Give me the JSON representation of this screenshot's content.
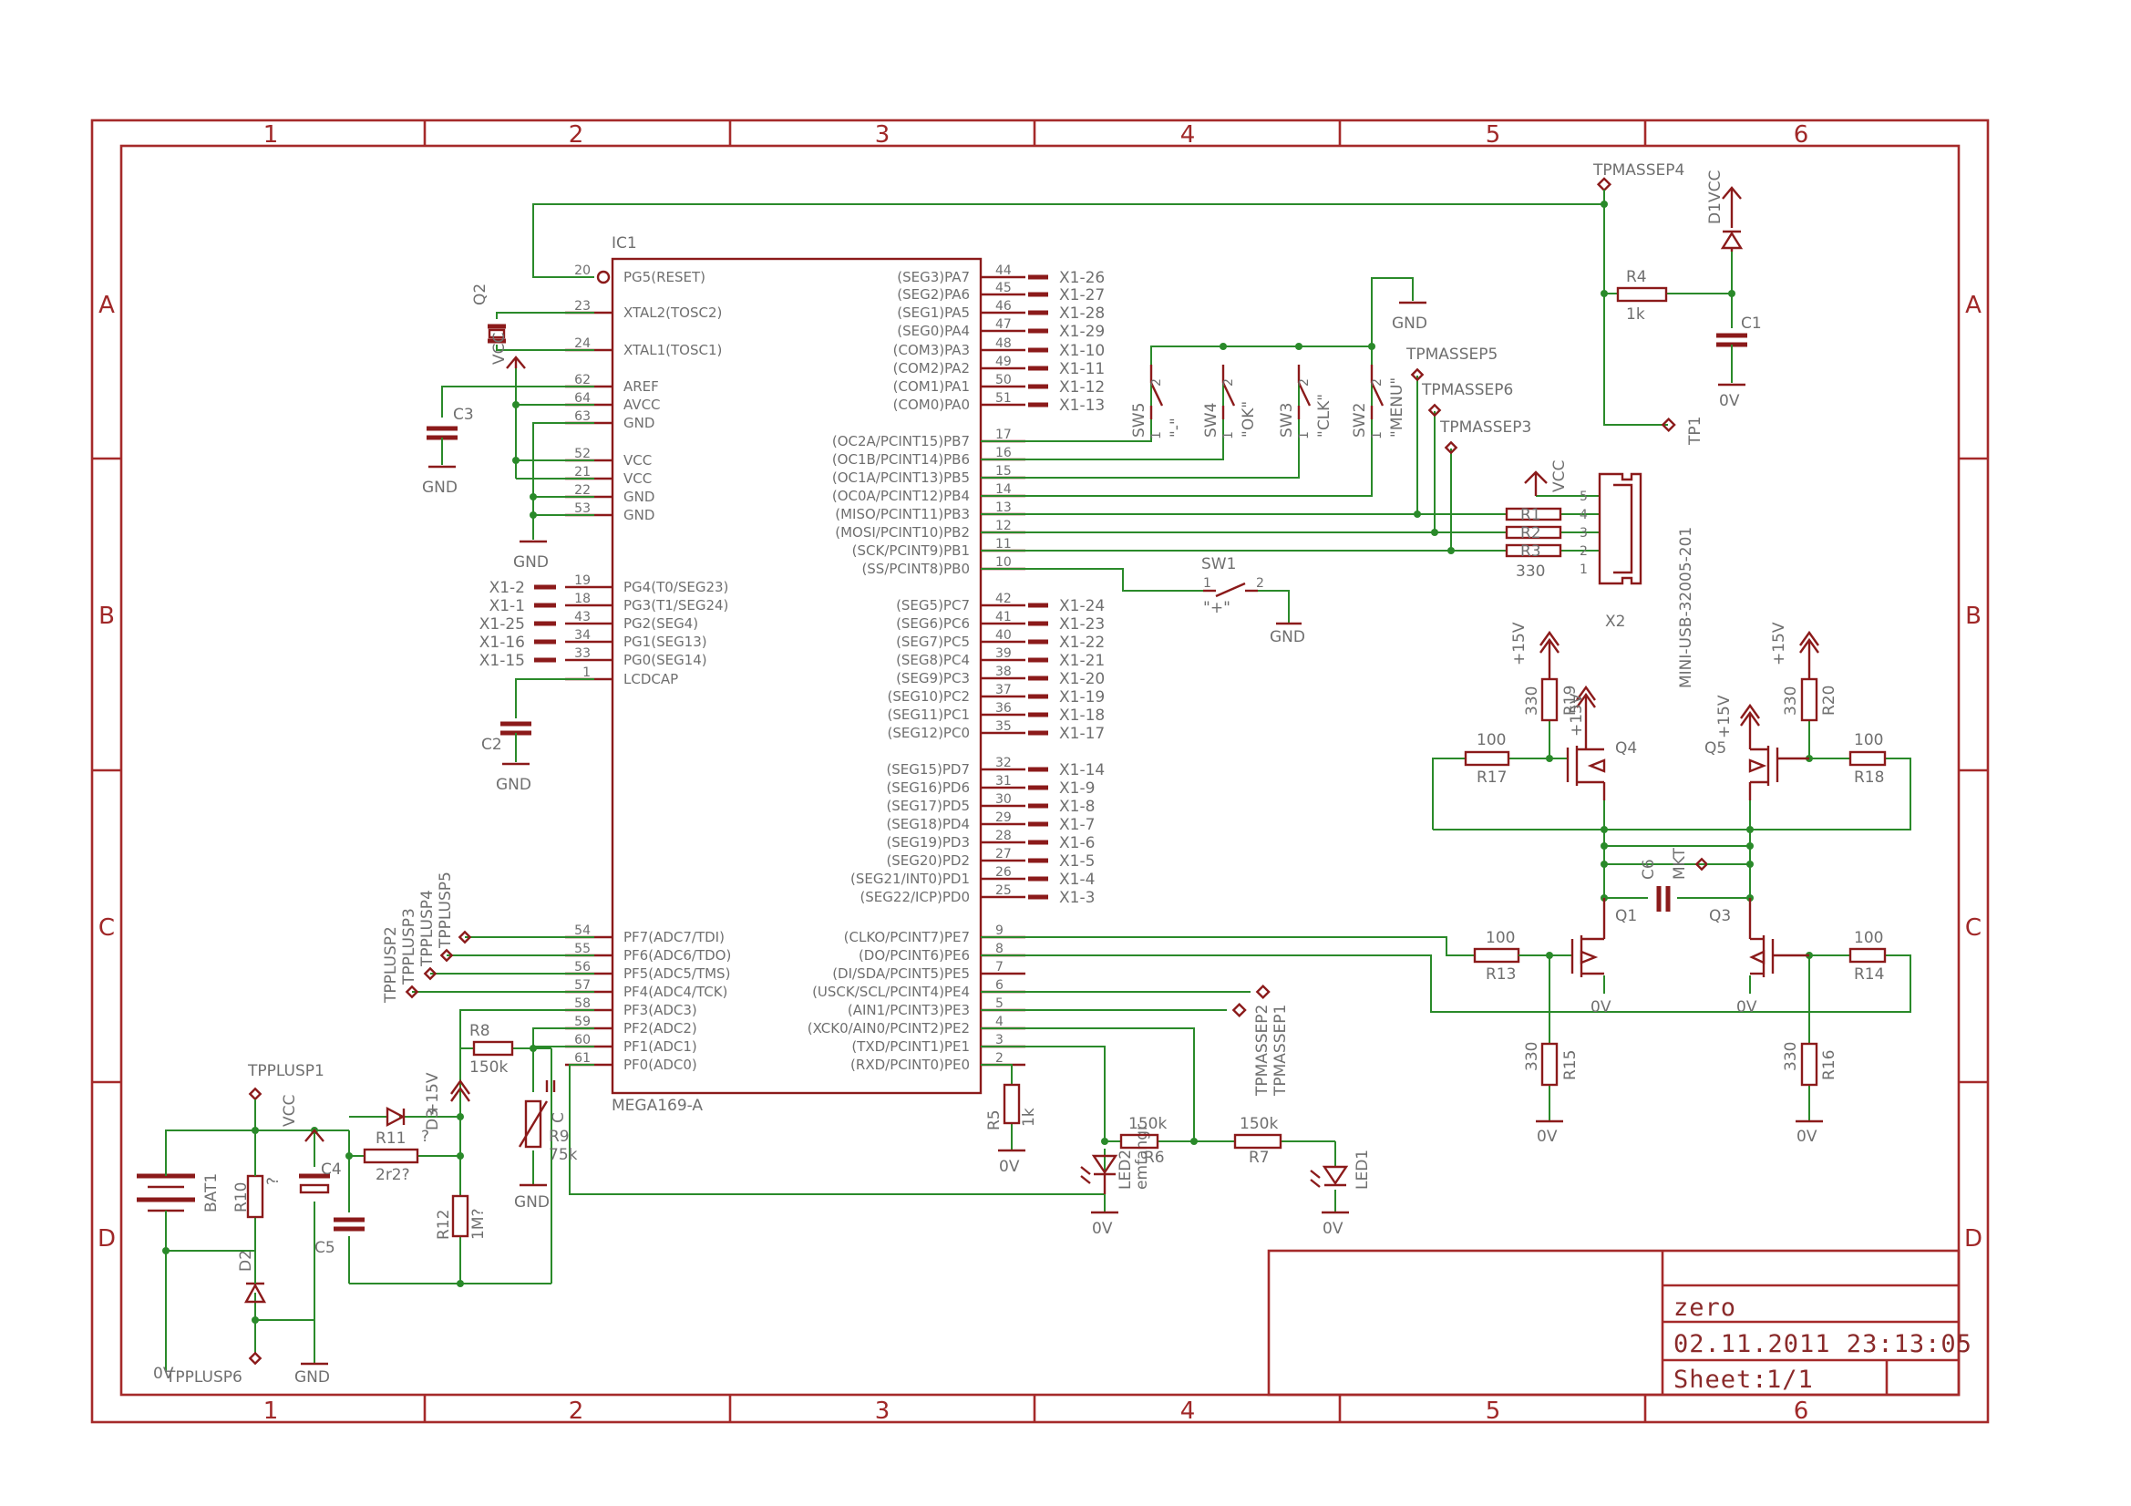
{
  "colors": {
    "wire": "#2a8a2a",
    "part": "#8b1a1a",
    "frame": "#a52a2a",
    "label": "#6f6f6f",
    "title_block": "#8a2a2a"
  },
  "frame": {
    "columns": [
      "1",
      "2",
      "3",
      "4",
      "5",
      "6"
    ],
    "rows": [
      "A",
      "B",
      "C",
      "D"
    ]
  },
  "title_block": {
    "title": "zero",
    "date": "02.11.2011 23:13:05",
    "sheet_label": "Sheet:",
    "sheet_value": "1/1"
  },
  "ic1": {
    "name": "IC1",
    "value": "MEGA169-A",
    "left_pins": [
      {
        "num": "20",
        "name": "PG5(RESET)"
      },
      {
        "num": "23",
        "name": "XTAL2(TOSC2)"
      },
      {
        "num": "24",
        "name": "XTAL1(TOSC1)"
      },
      {
        "num": "62",
        "name": "AREF"
      },
      {
        "num": "64",
        "name": "AVCC"
      },
      {
        "num": "63",
        "name": "GND"
      },
      {
        "num": "52",
        "name": "VCC"
      },
      {
        "num": "21",
        "name": "VCC"
      },
      {
        "num": "22",
        "name": "GND"
      },
      {
        "num": "53",
        "name": "GND"
      },
      {
        "num": "19",
        "name": "PG4(T0/SEG23)"
      },
      {
        "num": "18",
        "name": "PG3(T1/SEG24)"
      },
      {
        "num": "43",
        "name": "PG2(SEG4)"
      },
      {
        "num": "34",
        "name": "PG1(SEG13)"
      },
      {
        "num": "33",
        "name": "PG0(SEG14)"
      },
      {
        "num": "1",
        "name": "LCDCAP"
      },
      {
        "num": "54",
        "name": "PF7(ADC7/TDI)"
      },
      {
        "num": "55",
        "name": "PF6(ADC6/TDO)"
      },
      {
        "num": "56",
        "name": "PF5(ADC5/TMS)"
      },
      {
        "num": "57",
        "name": "PF4(ADC4/TCK)"
      },
      {
        "num": "58",
        "name": "PF3(ADC3)"
      },
      {
        "num": "59",
        "name": "PF2(ADC2)"
      },
      {
        "num": "60",
        "name": "PF1(ADC1)"
      },
      {
        "num": "61",
        "name": "PF0(ADC0)"
      }
    ],
    "right_pins": [
      {
        "num": "44",
        "name": "(SEG3)PA7"
      },
      {
        "num": "45",
        "name": "(SEG2)PA6"
      },
      {
        "num": "46",
        "name": "(SEG1)PA5"
      },
      {
        "num": "47",
        "name": "(SEG0)PA4"
      },
      {
        "num": "48",
        "name": "(COM3)PA3"
      },
      {
        "num": "49",
        "name": "(COM2)PA2"
      },
      {
        "num": "50",
        "name": "(COM1)PA1"
      },
      {
        "num": "51",
        "name": "(COM0)PA0"
      },
      {
        "num": "17",
        "name": "(OC2A/PCINT15)PB7"
      },
      {
        "num": "16",
        "name": "(OC1B/PCINT14)PB6"
      },
      {
        "num": "15",
        "name": "(OC1A/PCINT13)PB5"
      },
      {
        "num": "14",
        "name": "(OC0A/PCINT12)PB4"
      },
      {
        "num": "13",
        "name": "(MISO/PCINT11)PB3"
      },
      {
        "num": "12",
        "name": "(MOSI/PCINT10)PB2"
      },
      {
        "num": "11",
        "name": "(SCK/PCINT9)PB1"
      },
      {
        "num": "10",
        "name": "(SS/PCINT8)PB0"
      },
      {
        "num": "42",
        "name": "(SEG5)PC7"
      },
      {
        "num": "41",
        "name": "(SEG6)PC6"
      },
      {
        "num": "40",
        "name": "(SEG7)PC5"
      },
      {
        "num": "39",
        "name": "(SEG8)PC4"
      },
      {
        "num": "38",
        "name": "(SEG9)PC3"
      },
      {
        "num": "37",
        "name": "(SEG10)PC2"
      },
      {
        "num": "36",
        "name": "(SEG11)PC1"
      },
      {
        "num": "35",
        "name": "(SEG12)PC0"
      },
      {
        "num": "32",
        "name": "(SEG15)PD7"
      },
      {
        "num": "31",
        "name": "(SEG16)PD6"
      },
      {
        "num": "30",
        "name": "(SEG17)PD5"
      },
      {
        "num": "29",
        "name": "(SEG18)PD4"
      },
      {
        "num": "28",
        "name": "(SEG19)PD3"
      },
      {
        "num": "27",
        "name": "(SEG20)PD2"
      },
      {
        "num": "26",
        "name": "(SEG21/INT0)PD1"
      },
      {
        "num": "25",
        "name": "(SEG22/ICP)PD0"
      },
      {
        "num": "9",
        "name": "(CLKO/PCINT7)PE7"
      },
      {
        "num": "8",
        "name": "(DO/PCINT6)PE6"
      },
      {
        "num": "7",
        "name": "(DI/SDA/PCINT5)PE5"
      },
      {
        "num": "6",
        "name": "(USCK/SCL/PCINT4)PE4"
      },
      {
        "num": "5",
        "name": "(AIN1/PCINT3)PE3"
      },
      {
        "num": "4",
        "name": "(XCK0/AIN0/PCINT2)PE2"
      },
      {
        "num": "3",
        "name": "(TXD/PCINT1)PE1"
      },
      {
        "num": "2",
        "name": "(RXD/PCINT0)PE0"
      }
    ]
  },
  "x1_right_labels": [
    "X1-26",
    "X1-27",
    "X1-28",
    "X1-29",
    "X1-10",
    "X1-11",
    "X1-12",
    "X1-13",
    "X1-24",
    "X1-23",
    "X1-22",
    "X1-21",
    "X1-20",
    "X1-19",
    "X1-18",
    "X1-17",
    "X1-14",
    "X1-9",
    "X1-8",
    "X1-7",
    "X1-6",
    "X1-5",
    "X1-4",
    "X1-3"
  ],
  "x1_left_labels": [
    "X1-2",
    "X1-1",
    "X1-25",
    "X1-16",
    "X1-15"
  ],
  "supplies": {
    "gnd": "GND",
    "vcc": "VCC",
    "zero_v": "0V",
    "plus15": "+15V"
  },
  "parts": {
    "q2": "Q2",
    "c3": "C3",
    "c2": "C2",
    "c1": "C1",
    "d1": "D1",
    "r4": "R4",
    "r4_value": "1k",
    "sw5": "SW5",
    "sw5_label": "\"-\"",
    "sw4": "SW4",
    "sw4_label": "\"OK\"",
    "sw3": "SW3",
    "sw3_label": "\"CLK\"",
    "sw2": "SW2",
    "sw2_label": "\"MENU\"",
    "sw1": "SW1",
    "sw1_label": "\"+\"",
    "sw_pin1": "1",
    "sw_pin2": "2",
    "tp1": "TP1",
    "tpmassep1": "TPMASSEP1",
    "tpmassep2": "TPMASSEP2",
    "tpmassep3": "TPMASSEP3",
    "tpmassep4": "TPMASSEP4",
    "tpmassep5": "TPMASSEP5",
    "tpmassep6": "TPMASSEP6",
    "tpplusp1": "TPPLUSP1",
    "tpplusp2": "TPPLUSP2",
    "tpplusp3": "TPPLUSP3",
    "tpplusp4": "TPPLUSP4",
    "tpplusp5": "TPPLUSP5",
    "tpplusp6": "TPPLUSP6",
    "x2": "X2",
    "x2_value": "MINI-USB-32005-201",
    "usb_pins": [
      "5",
      "4",
      "3",
      "2",
      "1"
    ],
    "r1": "R1",
    "r2": "R2",
    "r3": "R3",
    "r330": "330",
    "q1": "Q1",
    "q3": "Q3",
    "q4": "Q4",
    "q5": "Q5",
    "c6": "C6",
    "c6_value": "MKT",
    "r13": "R13",
    "r14": "R14",
    "r17": "R17",
    "r18": "R18",
    "r100": "100",
    "r15": "R15",
    "r16": "R16",
    "r19": "R19",
    "r20": "R20",
    "bat1": "BAT1",
    "r10": "R10",
    "r10_value": "?",
    "d2": "D2",
    "c4": "C4",
    "c5": "C5",
    "r11": "R11",
    "r11_value": "2r2?",
    "d3": "D3",
    "d3_value": "?",
    "r12": "R12",
    "r12_value": "1M?",
    "r8": "R8",
    "r8_value": "150k",
    "r9": "R9",
    "r9_value": "75k",
    "r9_wiper": "C",
    "r5": "R5",
    "r5_value": "1k",
    "led2": "LED2",
    "led2_value": "emfangr",
    "r6": "R6",
    "r6_value": "150k",
    "r7": "R7",
    "r7_value": "150k",
    "led1": "LED1"
  }
}
